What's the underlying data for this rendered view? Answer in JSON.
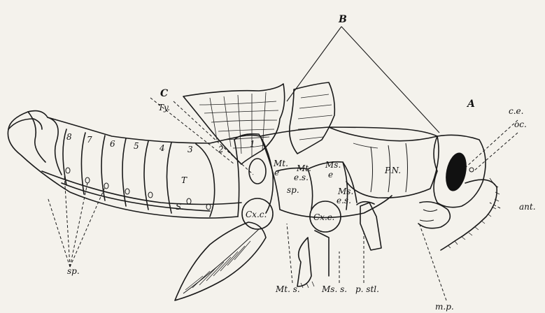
{
  "diagram": {
    "region_letters": {
      "a": "A",
      "b": "B",
      "c": "C"
    },
    "segment_numbers": [
      "1",
      "2",
      "3",
      "4",
      "5",
      "6",
      "7",
      "8"
    ],
    "labels": {
      "ty": "Ty.",
      "ce": "c.e.",
      "oc": "oc.",
      "ant": "ant.",
      "mp": "m.p.",
      "pn": "P.N.",
      "t": "T",
      "s": "S.",
      "sp_bottom": "sp.",
      "mt_e_1": "Mt.",
      "mt_e_2": "e",
      "mt_es_1": "Mt.",
      "mt_es_2": "e.s.",
      "sp_mid": "sp.",
      "ms_e_1": "Ms.",
      "ms_e_2": "e",
      "ms_es_1": "Ms.",
      "ms_es_2": "e.s.",
      "cxc_1": "Cx.c.",
      "cxc_2": "Cx.c.",
      "mts": "Mt. s.",
      "mss": "Ms. s.",
      "pstl": "p. stl."
    }
  }
}
